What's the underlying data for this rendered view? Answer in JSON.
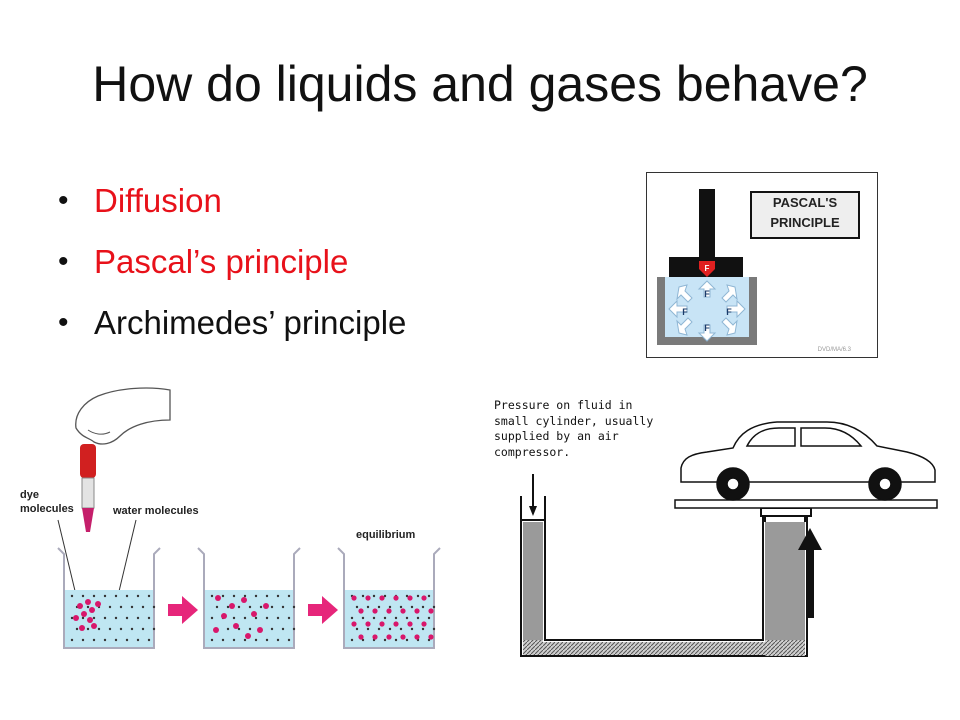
{
  "slide": {
    "title": "How do liquids and gases behave?",
    "bullets": [
      {
        "text": "Diffusion",
        "color": "#e8111a"
      },
      {
        "text": "Pascal’s principle",
        "color": "#e8111a"
      },
      {
        "text": "Archimedes’ principle",
        "color": "#111111"
      }
    ]
  },
  "pascal_figure": {
    "label_line1": "PASCAL'S",
    "label_line2": "PRINCIPLE",
    "force_letter": "F",
    "credit": "DVD/MA/6.3"
  },
  "diffusion_figure": {
    "dye_label": "dye molecules",
    "water_label": "water molecules",
    "equilibrium_label": "equilibrium"
  },
  "hydraulic_figure": {
    "caption_lines": [
      "Pressure on fluid in",
      "small cylinder, usually",
      "supplied by an air",
      "compressor."
    ]
  },
  "colors": {
    "water": "#bfe6f2",
    "dye": "#d8176b",
    "arrow": "#e6267a",
    "fluid": "#a8a8a8"
  }
}
